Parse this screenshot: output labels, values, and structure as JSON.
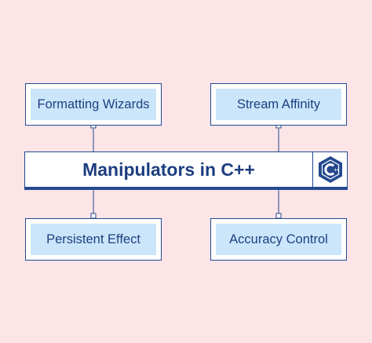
{
  "diagram": {
    "title": "Manipulators in C++",
    "logo_icon": "cpp-hexagon-logo",
    "nodes": {
      "top_left": "Formatting Wizards",
      "top_right": "Stream Affinity",
      "bottom_left": "Persistent Effect",
      "bottom_right": "Accuracy Control"
    },
    "logo_text": "C++"
  },
  "colors": {
    "background": "#fde4e6",
    "border": "#24498f",
    "node_fill": "#cbe6fb",
    "text": "#1e3f7f"
  }
}
